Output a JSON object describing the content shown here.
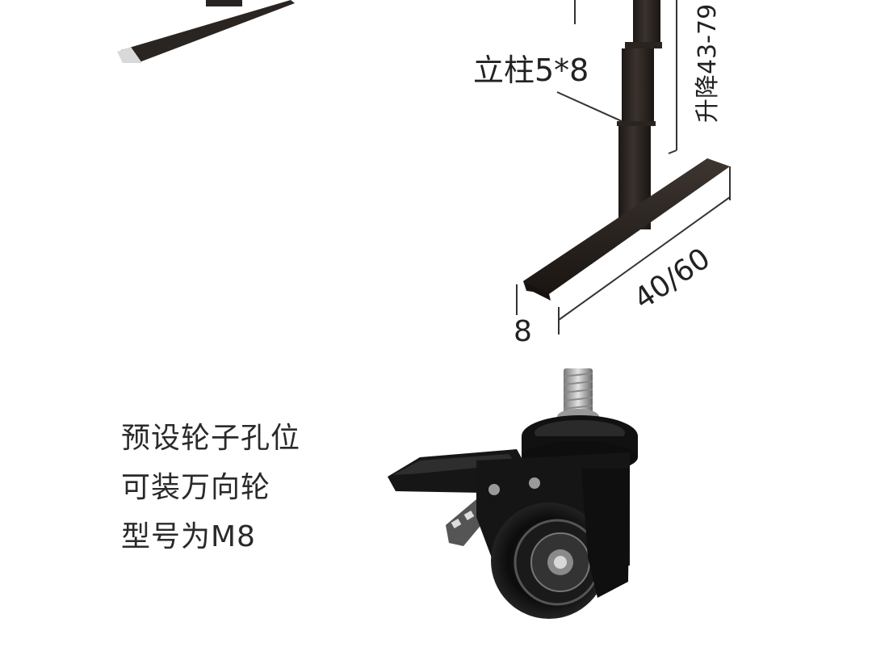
{
  "labels": {
    "column": "立柱5*8",
    "lift_range": "升降43-79",
    "foot_length": "40/60",
    "foot_width": "8"
  },
  "caster_note": {
    "line1": "预设轮子孔位",
    "line2": "可装万向轮",
    "line3": "型号为M8"
  },
  "colors": {
    "frame": "#2b2522",
    "caster": "#111111",
    "dimension_line": "#333333",
    "text": "#222222"
  }
}
